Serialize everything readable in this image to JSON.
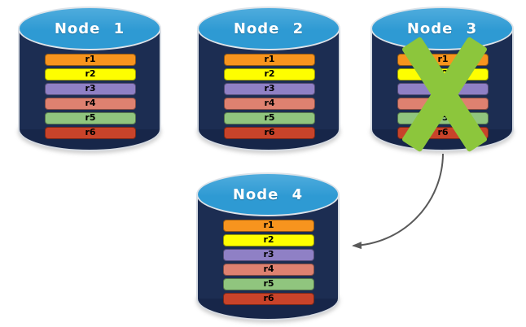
{
  "diagram": {
    "type": "database-replication-failover",
    "colors": {
      "cylinder_body": "#1c2d52",
      "cylinder_bottom": "#172649",
      "cylinder_lid": "#2e9ad3",
      "failure_x": "#8cc63c",
      "arrow": "#595959"
    },
    "failure_arrow": {
      "from_node": "Node 3",
      "to_node": "Node 4"
    },
    "nodes": [
      {
        "label": "Node 1",
        "status": "active",
        "rows": [
          {
            "label": "r1",
            "color": "#f7941e"
          },
          {
            "label": "r2",
            "color": "#fefe00"
          },
          {
            "label": "r3",
            "color": "#8f80c5"
          },
          {
            "label": "r4",
            "color": "#de8170"
          },
          {
            "label": "r5",
            "color": "#90c57e"
          },
          {
            "label": "r6",
            "color": "#c8432a"
          }
        ]
      },
      {
        "label": "Node 2",
        "status": "active",
        "rows": [
          {
            "label": "r1",
            "color": "#f7941e"
          },
          {
            "label": "r2",
            "color": "#fefe00"
          },
          {
            "label": "r3",
            "color": "#8f80c5"
          },
          {
            "label": "r4",
            "color": "#de8170"
          },
          {
            "label": "r5",
            "color": "#90c57e"
          },
          {
            "label": "r6",
            "color": "#c8432a"
          }
        ]
      },
      {
        "label": "Node 3",
        "status": "failed",
        "rows": [
          {
            "label": "r1",
            "color": "#f7941e"
          },
          {
            "label": "r2",
            "color": "#fefe00"
          },
          {
            "label": "r3",
            "color": "#8f80c5"
          },
          {
            "label": "r4",
            "color": "#de8170"
          },
          {
            "label": "r5",
            "color": "#90c57e"
          },
          {
            "label": "r6",
            "color": "#c8432a"
          }
        ]
      },
      {
        "label": "Node 4",
        "status": "active",
        "rows": [
          {
            "label": "r1",
            "color": "#f7941e"
          },
          {
            "label": "r2",
            "color": "#fefe00"
          },
          {
            "label": "r3",
            "color": "#8f80c5"
          },
          {
            "label": "r4",
            "color": "#de8170"
          },
          {
            "label": "r5",
            "color": "#90c57e"
          },
          {
            "label": "r6",
            "color": "#c8432a"
          }
        ]
      }
    ]
  }
}
